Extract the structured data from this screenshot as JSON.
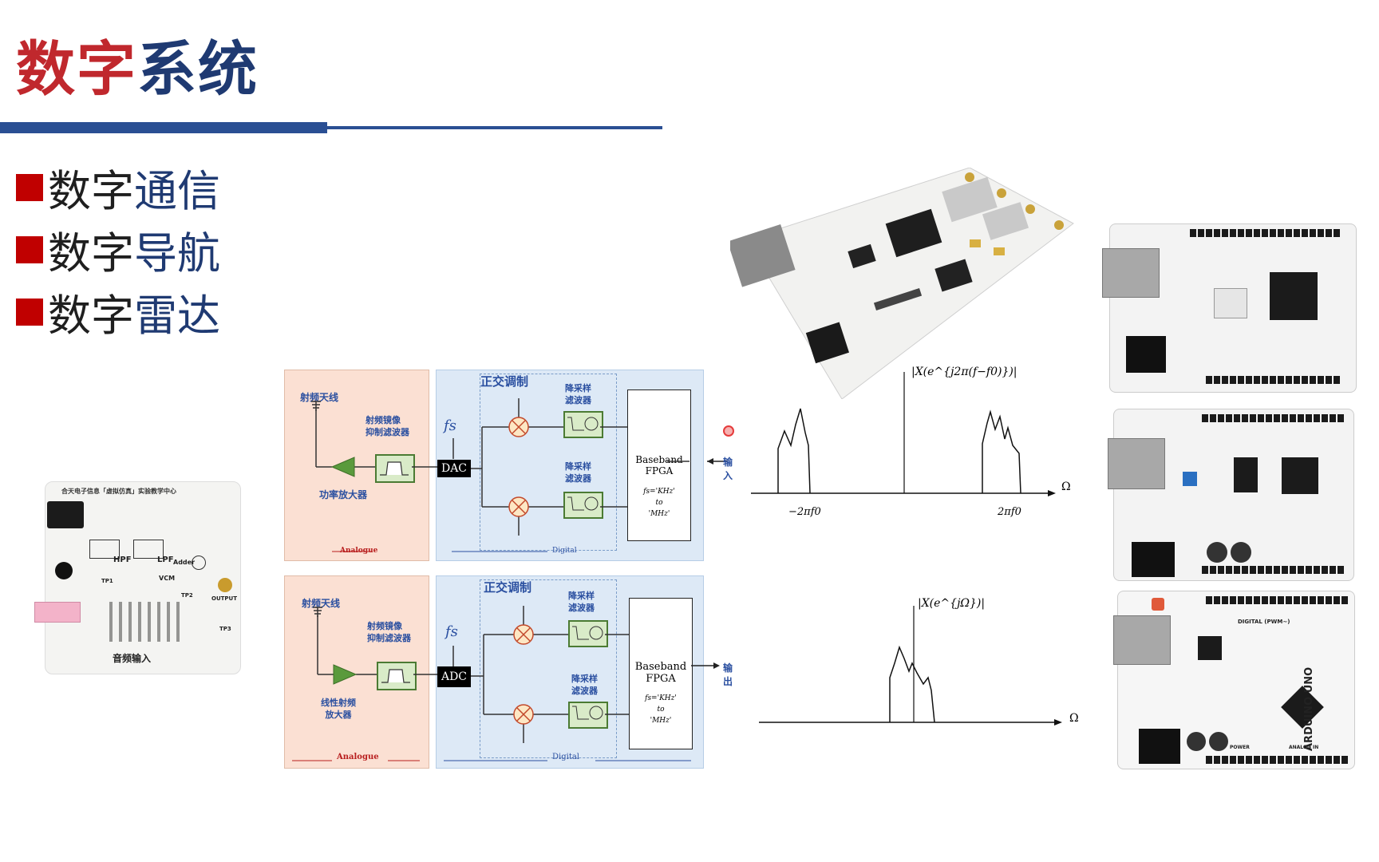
{
  "slide": {
    "title_part1": "数字",
    "title_part2": "系统",
    "bullets": [
      {
        "prefix": "数字",
        "highlight": "通信"
      },
      {
        "prefix": "数字",
        "highlight": "导航"
      },
      {
        "prefix": "数字",
        "highlight": "雷达"
      }
    ]
  },
  "tx_diagram": {
    "antenna_label": "射频天线",
    "filter_label": "射频镜像\n抑制滤波器",
    "amp_label": "功率放大器",
    "fs_label": "fs",
    "converter": "DAC",
    "modulation_label": "正交调制",
    "dsf_top": "降采样\n滤波器",
    "dsf_bottom": "降采样\n滤波器",
    "baseband_line1": "Baseband",
    "baseband_line2": "FPGA",
    "baseband_note": "fs='KHz'\nto\n'MHz'",
    "io_label": "输入",
    "analogue_label": "Analogue",
    "digital_label": "Digital"
  },
  "rx_diagram": {
    "antenna_label": "射频天线",
    "filter_label": "射频镜像\n抑制滤波器",
    "amp_label": "线性射频\n放大器",
    "fs_label": "fs",
    "converter": "ADC",
    "modulation_label": "正交调制",
    "dsf_top": "降采样\n滤波器",
    "dsf_bottom": "降采样\n滤波器",
    "baseband_line1": "Baseband",
    "baseband_line2": "FPGA",
    "baseband_note": "fs='KHz'\nto\n'MHz'",
    "io_label": "输出",
    "analogue_label": "Analogue",
    "digital_label": "Digital"
  },
  "audio_board": {
    "header": "合天电子信息「虚拟仿真」实验教学中心",
    "labels": [
      "HPF",
      "LPF",
      "Adder",
      "VCM",
      "OUTPUT",
      "TP1",
      "TP2",
      "TP3"
    ],
    "caption": "音频输入"
  },
  "spectrum_top": {
    "ylabel": "|X(e^{j2π(f−f0)})|",
    "xlabel": "Ω",
    "tick_left": "−2πf0",
    "tick_right": "2πf0"
  },
  "spectrum_bottom": {
    "ylabel": "|X(e^{jΩ})|",
    "xlabel": "Ω"
  },
  "arduino_boards": {
    "label": "ARDUINO UNO",
    "sections": [
      "DIGITAL (PWM~)",
      "POWER",
      "ANALOG IN"
    ]
  },
  "colors": {
    "title_red": "#c0282d",
    "title_blue": "#1f3a72",
    "bullet_square": "#c00000",
    "rule": "#2a4f93",
    "analogue_bg": "#fbe0d3",
    "digital_bg": "#dde9f6"
  }
}
